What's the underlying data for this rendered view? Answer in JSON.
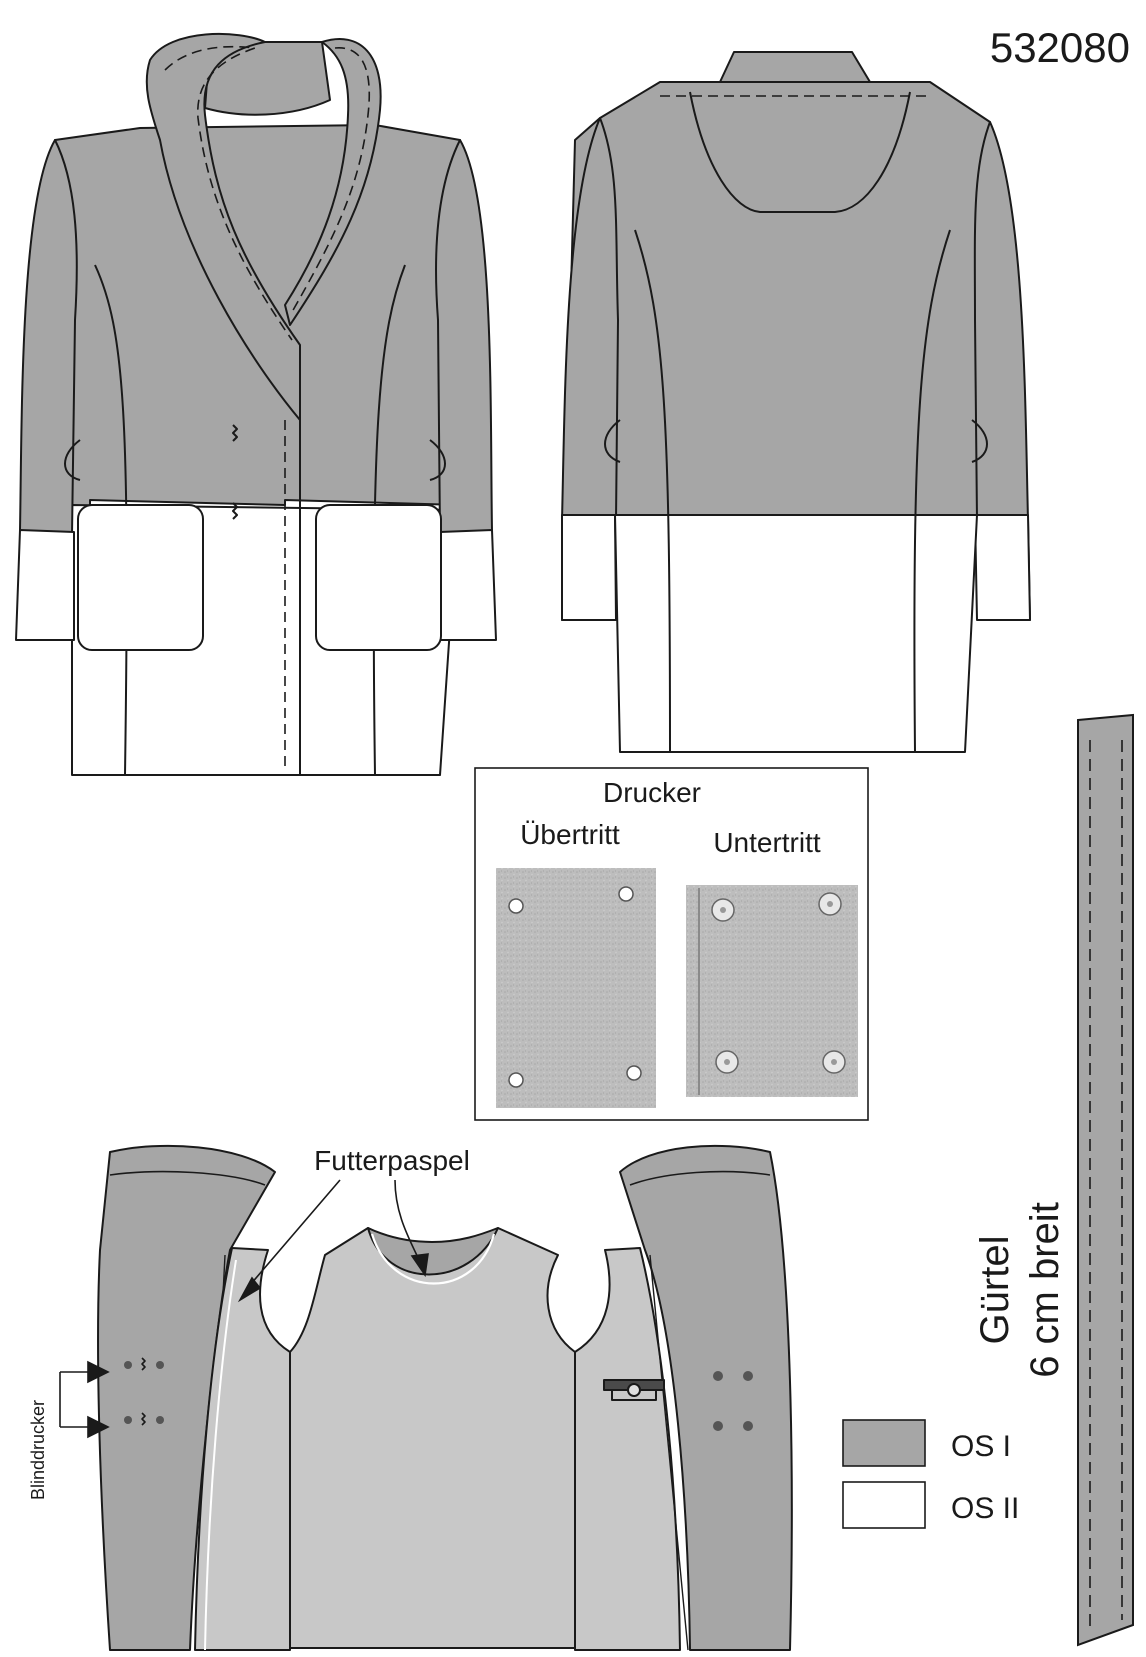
{
  "pattern_number": "532080",
  "snap_box": {
    "title": "Drucker",
    "left_label": "Übertritt",
    "right_label": "Untertritt"
  },
  "lining": {
    "piping_label": "Futterpaspel",
    "blind_snap_label": "Blinddrucker"
  },
  "belt": {
    "name": "Gürtel",
    "width_note": "6 cm breit"
  },
  "legend": [
    {
      "label": "OS I",
      "color": "#a6a6a6"
    },
    {
      "label": "OS II",
      "color": "#ffffff"
    }
  ],
  "colors": {
    "fabric_main": "#a6a6a6",
    "fabric_contrast": "#ffffff",
    "lining": "#c8c8c8",
    "felt": "#b9b9b9",
    "outline": "#1a1a1a"
  }
}
